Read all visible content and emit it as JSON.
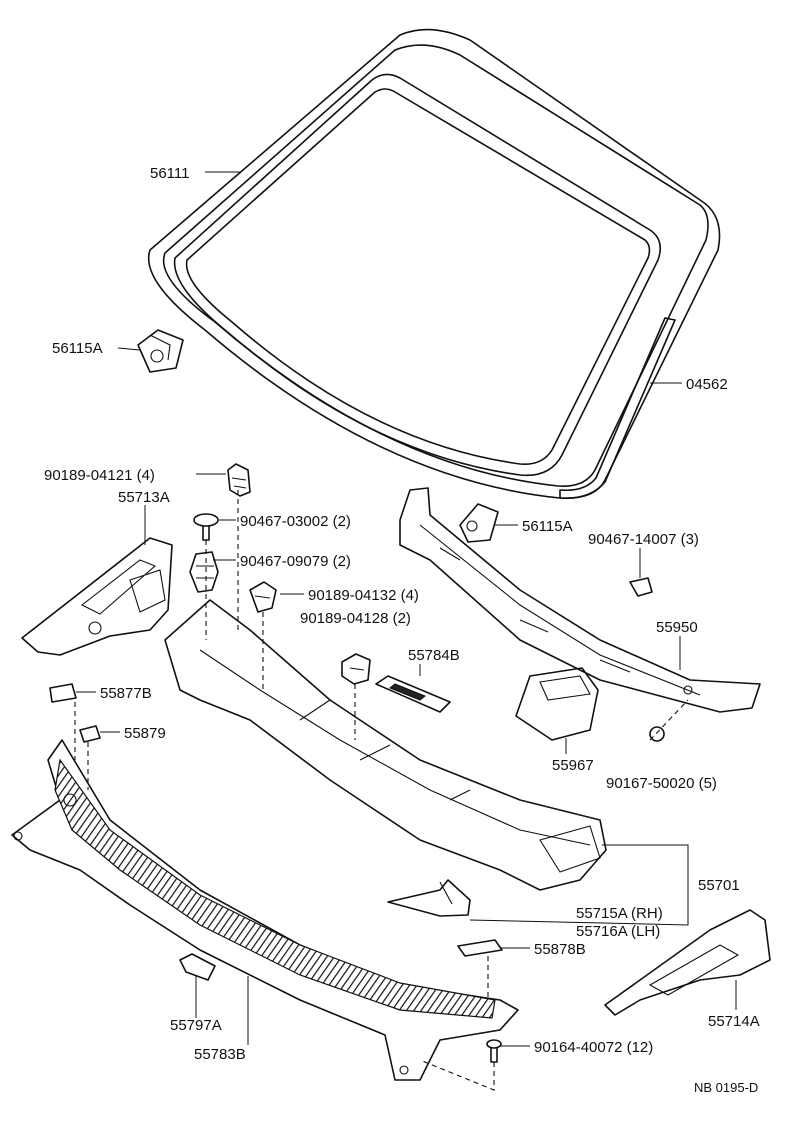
{
  "diagram": {
    "drawing_code": "NB 0195-D",
    "parts": [
      {
        "id": "p56111",
        "label": "56111"
      },
      {
        "id": "p56115a_l",
        "label": "56115A"
      },
      {
        "id": "p04562",
        "label": "04562"
      },
      {
        "id": "p90189_04121",
        "label": "90189-04121 (4)"
      },
      {
        "id": "p55713a",
        "label": "55713A"
      },
      {
        "id": "p90467_03002",
        "label": "90467-03002 (2)"
      },
      {
        "id": "p90467_09079",
        "label": "90467-09079 (2)"
      },
      {
        "id": "p56115a_r",
        "label": "56115A"
      },
      {
        "id": "p90467_14007",
        "label": "90467-14007 (3)"
      },
      {
        "id": "p90189_04132",
        "label": "90189-04132 (4)"
      },
      {
        "id": "p90189_04128",
        "label": "90189-04128 (2)"
      },
      {
        "id": "p55950",
        "label": "55950"
      },
      {
        "id": "p55784b",
        "label": "55784B"
      },
      {
        "id": "p55877b",
        "label": "55877B"
      },
      {
        "id": "p55879",
        "label": "55879"
      },
      {
        "id": "p55967",
        "label": "55967"
      },
      {
        "id": "p90167_50020",
        "label": "90167-50020 (5)"
      },
      {
        "id": "p55701",
        "label": "55701"
      },
      {
        "id": "p55715a",
        "label": "55715A (RH)"
      },
      {
        "id": "p55716a",
        "label": "55716A (LH)"
      },
      {
        "id": "p55878b",
        "label": "55878B"
      },
      {
        "id": "p55714a",
        "label": "55714A"
      },
      {
        "id": "p55797a",
        "label": "55797A"
      },
      {
        "id": "p90164_40072",
        "label": "90164-40072 (12)"
      },
      {
        "id": "p55783b",
        "label": "55783B"
      }
    ]
  }
}
